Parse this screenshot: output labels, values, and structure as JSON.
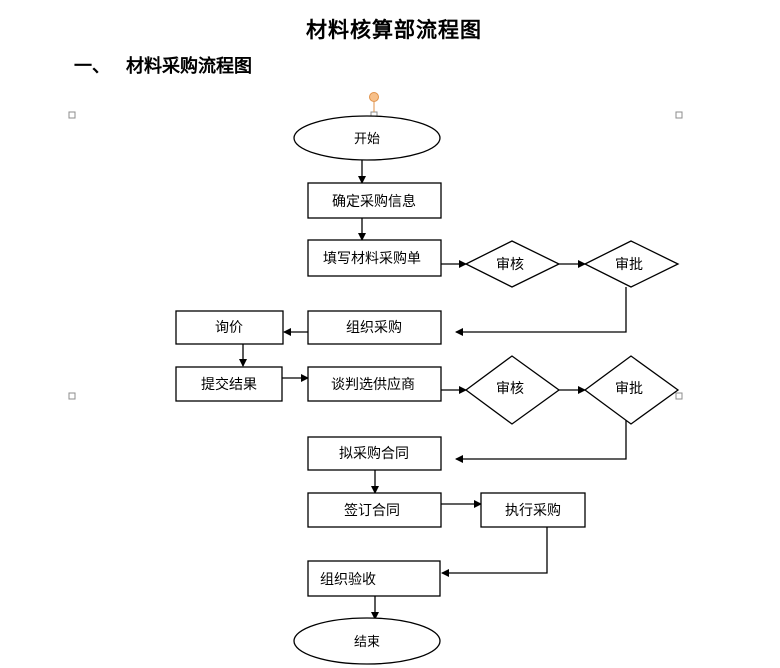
{
  "document": {
    "title": "材料核算部流程图",
    "section": {
      "number": "一、",
      "heading": "材料采购流程图"
    }
  },
  "flowchart": {
    "nodes": {
      "start": "开始",
      "confirm_info": "确定采购信息",
      "fill_form": "填写材料采购单",
      "review_1": "审核",
      "approve_1": "审批",
      "organize_purchase": "组织采购",
      "inquiry": "询价",
      "submit_results": "提交结果",
      "negotiate_supplier": "谈判选供应商",
      "review_2": "审核",
      "approve_2": "审批",
      "draft_contract": "拟采购合同",
      "sign_contract": "签订合同",
      "execute_purchase": "执行采购",
      "organize_acceptance": "组织验收",
      "end": "结束"
    },
    "edges": [
      [
        "start",
        "confirm_info"
      ],
      [
        "confirm_info",
        "fill_form"
      ],
      [
        "fill_form",
        "review_1"
      ],
      [
        "review_1",
        "approve_1"
      ],
      [
        "approve_1",
        "organize_purchase"
      ],
      [
        "organize_purchase",
        "inquiry"
      ],
      [
        "inquiry",
        "submit_results"
      ],
      [
        "submit_results",
        "negotiate_supplier"
      ],
      [
        "negotiate_supplier",
        "review_2"
      ],
      [
        "review_2",
        "approve_2"
      ],
      [
        "approve_2",
        "draft_contract"
      ],
      [
        "draft_contract",
        "sign_contract"
      ],
      [
        "sign_contract",
        "execute_purchase"
      ],
      [
        "execute_purchase",
        "organize_acceptance"
      ],
      [
        "organize_acceptance",
        "end"
      ]
    ],
    "colors": {
      "stroke": "#000000",
      "selection_handle": "#8c8c8c",
      "rotation_handle": "#f7c08a"
    }
  }
}
